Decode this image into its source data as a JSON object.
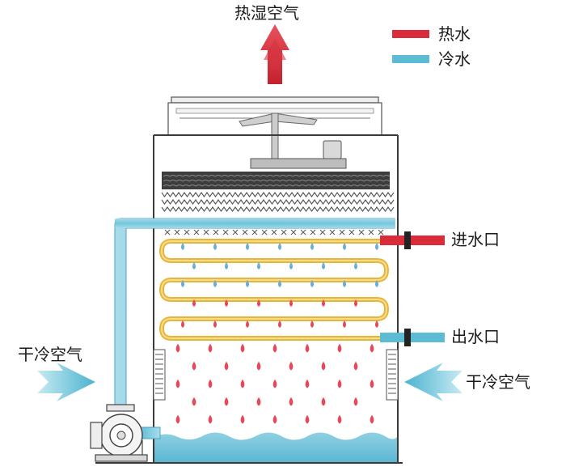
{
  "labels": {
    "humid_air": "热湿空气",
    "dry_air_left": "干冷空气",
    "dry_air_right": "干冷空气",
    "water_inlet": "进水口",
    "water_outlet": "出水口"
  },
  "legend": [
    {
      "label": "热水",
      "color": "#d92b3a"
    },
    {
      "label": "冷水",
      "color": "#5bbcd4"
    }
  ],
  "colors": {
    "hot_water": "#d92b3a",
    "cold_water": "#5bbcd4",
    "coil": "#e8b53c",
    "tower_outline": "#3a3a3a",
    "hot_drop": "#e24a5a",
    "cold_drop": "#6aaed6",
    "basin_water": "#8fd0e2"
  }
}
